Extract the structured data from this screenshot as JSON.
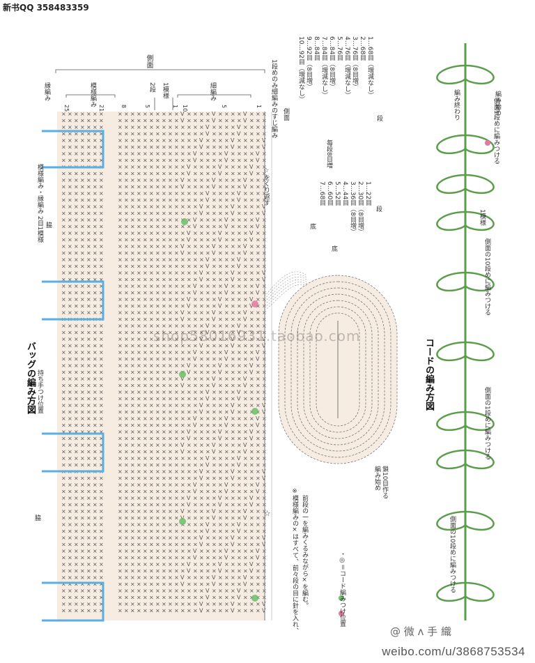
{
  "header": {
    "text": "新书QQ 358483359"
  },
  "bag": {
    "title": "バッグの編み方図",
    "handle_label": "持ち手つけ位置",
    "side_label": "側面",
    "label_ribbing": "縁編み",
    "label_pattern": "模様編み",
    "label_pattern_ribbing": "模様編み・縁編み 2目1模様",
    "label_fine": "細編み",
    "label_wake": "脇",
    "label_two_rows": "2段",
    "label_one_pattern": "1模様",
    "label_first_row": "1段めのみ細編みのすじ編み",
    "label_repeat": "☆をくり返す",
    "star": "☆",
    "row_numbers": [
      "25",
      "21",
      "8",
      "5",
      "1",
      "10",
      "5",
      "1"
    ],
    "chart_glyph": "×"
  },
  "rows_table": {
    "side": [
      "10…92目（増減なし）",
      "9…92目（8目増）",
      "8…84目",
      "7…84目（増減なし）",
      "6…84目（8目増）",
      "5…76目",
      "4…76目（増減なし）",
      "3…76目（8目増）",
      "2…68目",
      "1…68目（増減なし）"
    ],
    "side_label": "側面",
    "side_suffix": "段",
    "bottom": [
      "7…68目",
      "6…60目",
      "5…52目",
      "4…44目",
      "3…36目（8目増）",
      "2…30目（8目増）",
      "1…22目"
    ],
    "bottom_label": "底",
    "bottom_note": "毎段8目増",
    "bottom_suffix": "段"
  },
  "base": {
    "label": "底",
    "start_label": "編み始め",
    "start_note": "鎖10目作る"
  },
  "notes": {
    "note1": "※模様編みの×はすべて、前々段の目に針を入れ、",
    "note2": "前段の一を編みくるみながら×を編む。",
    "legend": "・◎＝コード編みつけ位置"
  },
  "cord": {
    "title": "コードの編み方図",
    "end_label": "編み終わり",
    "start_label": "編み始め",
    "attach_side1": "側面1段めに編みつける",
    "attach_side10": "側面の10段めに編みつける",
    "one_pattern": "1模様",
    "attach_side1_b": "側面の1段めに編みつける",
    "attach_side10_b": "側面の10段めに編みつける"
  },
  "watermarks": {
    "bottom": "weibo.com/u/3868753534",
    "logo": "@ 微 ʌ 手 織 ",
    "middle": "shop58016931.taobao.com"
  },
  "colors": {
    "chart_bg": "#f6ece2",
    "blue": "#5aaee0",
    "green": "#6abf69",
    "pink": "#e07aa0",
    "cord": "#5a9e4a"
  }
}
